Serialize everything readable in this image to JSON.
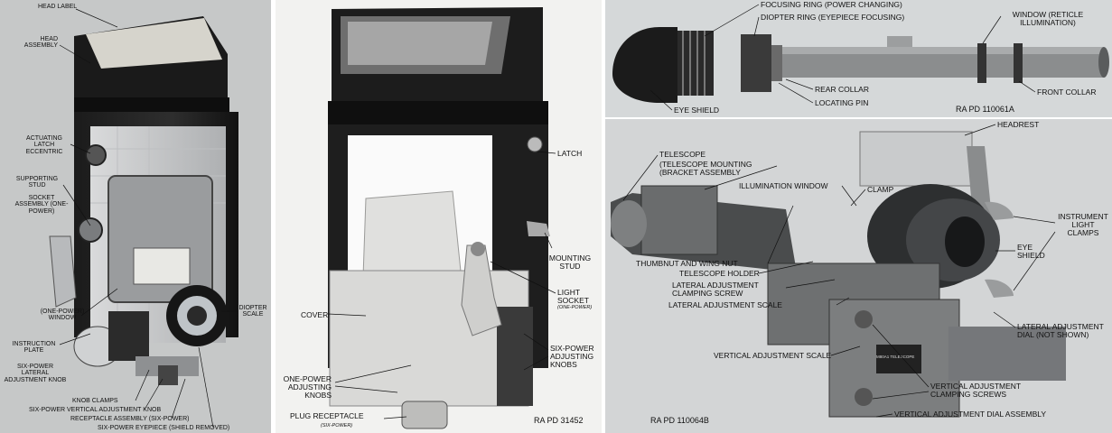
{
  "panel1": {
    "labels": {
      "head_label": "HEAD LABEL",
      "head_assembly": "HEAD ASSEMBLY",
      "actuating_latch": "ACTUATING LATCH ECCENTRIC",
      "supporting_stud": "SUPPORTING STUD",
      "socket_assembly": "SOCKET ASSEMBLY (ONE-POWER)",
      "one_power_window": "(ONE-POWER) WINDOW",
      "instruction_plate": "INSTRUCTION PLATE",
      "six_power_lateral": "SIX-POWER LATERAL ADJUSTMENT KNOB",
      "diopter_scale": "DIOPTER SCALE",
      "knob_clamps": "KNOB CLAMPS",
      "six_power_vertical": "SIX-POWER VERTICAL ADJUSTMENT KNOB",
      "receptacle_assembly": "RECEPTACLE ASSEMBLY (SIX-POWER)",
      "six_power_eyepiece": "SIX-POWER EYEPIECE (SHIELD REMOVED)"
    }
  },
  "panel2": {
    "labels": {
      "latch": "LATCH",
      "mounting_stud": "MOUNTING STUD",
      "cover": "COVER",
      "light_socket": "LIGHT SOCKET",
      "light_socket_sub": "(ONE-POWER)",
      "six_power_knobs": "SIX-POWER ADJUSTING KNOBS",
      "one_power_knobs": "ONE-POWER ADJUSTING KNOBS",
      "plug_receptacle": "PLUG RECEPTACLE",
      "plug_receptacle_sub": "(SIX-POWER)",
      "code": "RA PD 31452"
    }
  },
  "panel3": {
    "labels": {
      "focusing_ring": "FOCUSING RING (POWER CHANGING)",
      "diopter_ring": "DIOPTER RING (EYEPIECE FOCUSING)",
      "window": "WINDOW (RETICLE ILLUMINATION)",
      "rear_collar": "REAR COLLAR",
      "locating_pin": "LOCATING PIN",
      "front_collar": "FRONT COLLAR",
      "eye_shield": "EYE SHIELD",
      "code": "RA PD 110061A"
    }
  },
  "panel4": {
    "labels": {
      "headrest": "HEADREST",
      "telescope": "TELESCOPE",
      "telescope_mounting": "(TELESCOPE MOUNTING (BRACKET ASSEMBLY",
      "illumination_window": "ILLUMINATION WINDOW",
      "clamp": "CLAMP",
      "instrument_light_clamps": "INSTRUMENT LIGHT CLAMPS",
      "eye_shield": "EYE SHIELD",
      "thumbnut": "THUMBNUT AND WING NUT",
      "telescope_holder": "TELESCOPE HOLDER",
      "lateral_clamping": "LATERAL ADJUSTMENT CLAMPING SCREW",
      "lateral_scale": "LATERAL ADJUSTMENT SCALE",
      "lateral_dial": "LATERAL ADJUSTMENT DIAL (NOT SHOWN)",
      "vertical_scale": "VERTICAL ADJUSTMENT SCALE",
      "vertical_clamping": "VERTICAL ADJUSTMENT CLAMPING SCREWS",
      "vertical_dial": "VERTICAL ADJUSTMENT DIAL ASSEMBLY",
      "code": "RA PD 110064B",
      "plate_text": "M80A1 TELESCOPE"
    }
  }
}
